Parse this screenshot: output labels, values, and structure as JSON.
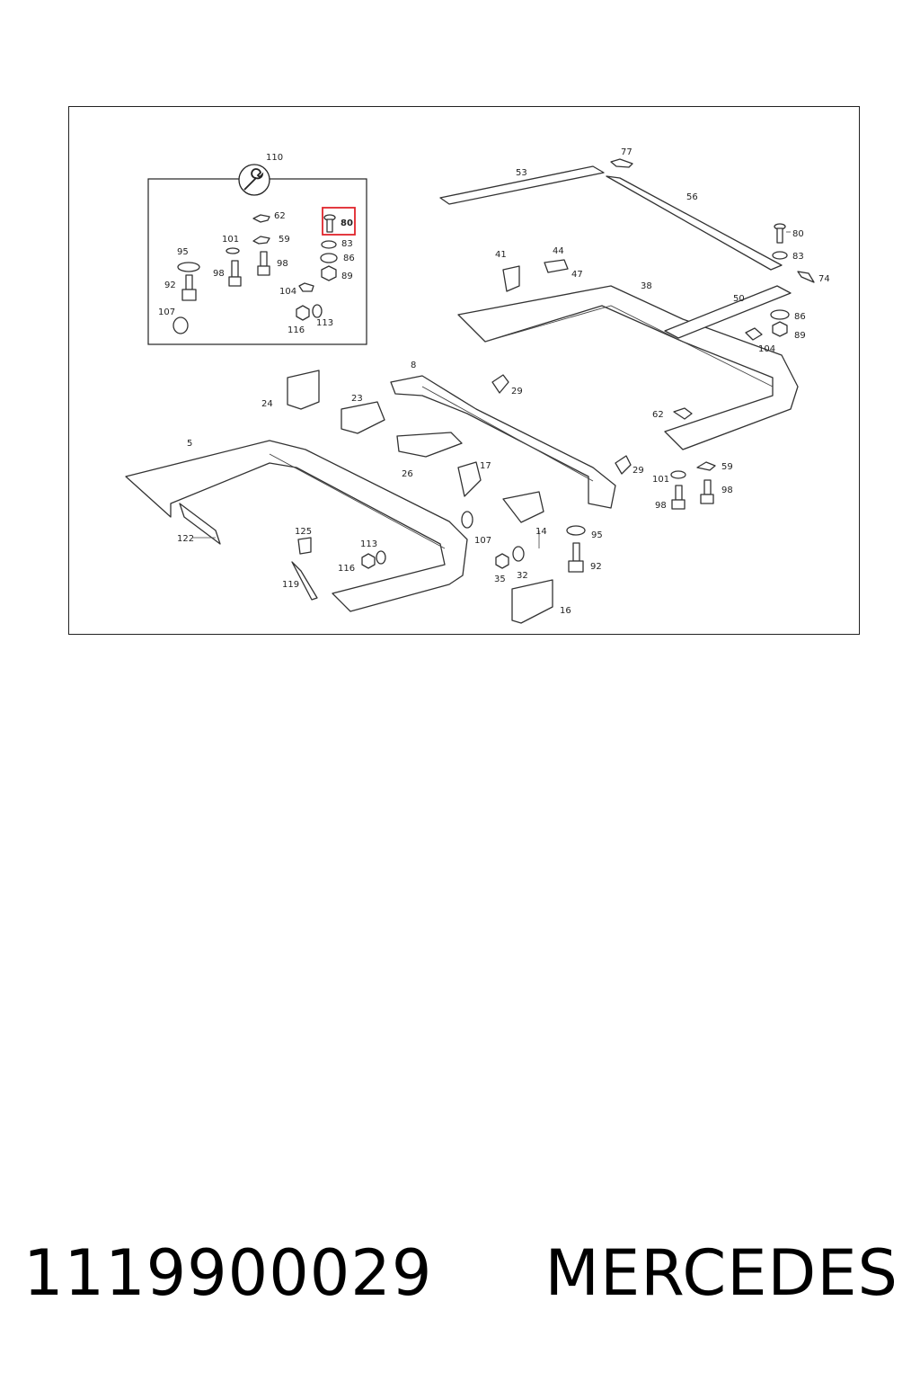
{
  "diagram": {
    "highlight_label": "80",
    "highlight_color": "#e0252b",
    "labels": {
      "l110": "110",
      "l62a": "62",
      "l80a": "80",
      "l101a": "101",
      "l59a": "59",
      "l83a": "83",
      "l95a": "95",
      "l86a": "86",
      "l98a": "98",
      "l98b": "98",
      "l89a": "89",
      "l92a": "92",
      "l104a": "104",
      "l107a": "107",
      "l113a": "113",
      "l116a": "116",
      "l53": "53",
      "l77": "77",
      "l56": "56",
      "l41": "41",
      "l44": "44",
      "l47": "47",
      "l38": "38",
      "l50": "50",
      "l80b": "80",
      "l83b": "83",
      "l74": "74",
      "l86b": "86",
      "l89b": "89",
      "l104b": "104",
      "l8": "8",
      "l29a": "29",
      "l24": "24",
      "l23": "23",
      "l62b": "62",
      "l5": "5",
      "l26": "26",
      "l17": "17",
      "l29b": "29",
      "l59b": "59",
      "l101b": "101",
      "l98c": "98",
      "l98d": "98",
      "l122": "122",
      "l125": "125",
      "l113b": "113",
      "l107b": "107",
      "l14": "14",
      "l95b": "95",
      "l116b": "116",
      "l32": "32",
      "l35": "35",
      "l92b": "92",
      "l119": "119",
      "l16": "16"
    }
  },
  "caption": {
    "part_number": "1119900029",
    "brand": "MERCEDES"
  }
}
